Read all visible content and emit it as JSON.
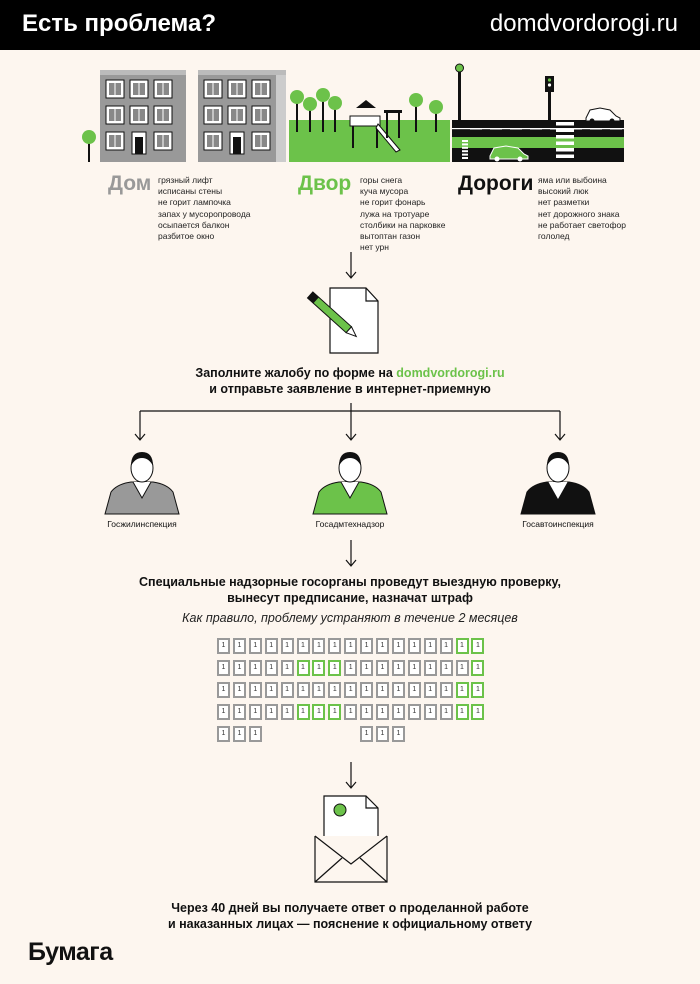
{
  "header": {
    "title": "Есть проблема?",
    "site": "domdvordorogi.ru"
  },
  "categories": [
    {
      "name": "Дом",
      "color": "#999999",
      "issues": [
        "грязный лифт",
        "исписаны стены",
        "не горит лампочка",
        "запах у мусоропровода",
        "осыпается балкон",
        "разбитое окно"
      ]
    },
    {
      "name": "Двор",
      "color": "#6cc24a",
      "issues": [
        "горы снега",
        "куча мусора",
        "не горит фонарь",
        "лужа на тротуаре",
        "столбики на парковке",
        "вытоптан газон",
        "нет урн"
      ]
    },
    {
      "name": "Дороги",
      "color": "#111111",
      "issues": [
        "яма или выбоина",
        "высокий люк",
        "нет разметки",
        "нет дорожного знака",
        "не работает светофор",
        "гололед"
      ]
    }
  ],
  "step1": {
    "line1_prefix": "Заполните жалобу по форме на ",
    "line1_link": "domdvordorogi.ru",
    "line2": "и отправьте заявление в интернет-приемную"
  },
  "agencies": [
    {
      "name": "Госжилинспекция",
      "color": "#999999"
    },
    {
      "name": "Госадмтехнадзор",
      "color": "#6cc24a"
    },
    {
      "name": "Госавтоинспекция",
      "color": "#111111"
    }
  ],
  "step2": {
    "line1": "Специальные надзорные госорганы проведут выездную проверку,",
    "line2": "вынесут предписание, назначат штраф",
    "note": "Как правило, проблему устраняют в течение 2 месяцев"
  },
  "calendar": {
    "day_label": "1"
  },
  "step3": {
    "line1": "Через 40 дней вы получаете ответ о проделанной работе",
    "line2": "и наказанных лицах — пояснение к официальному ответу"
  },
  "footer": {
    "logo": "Бумага"
  }
}
